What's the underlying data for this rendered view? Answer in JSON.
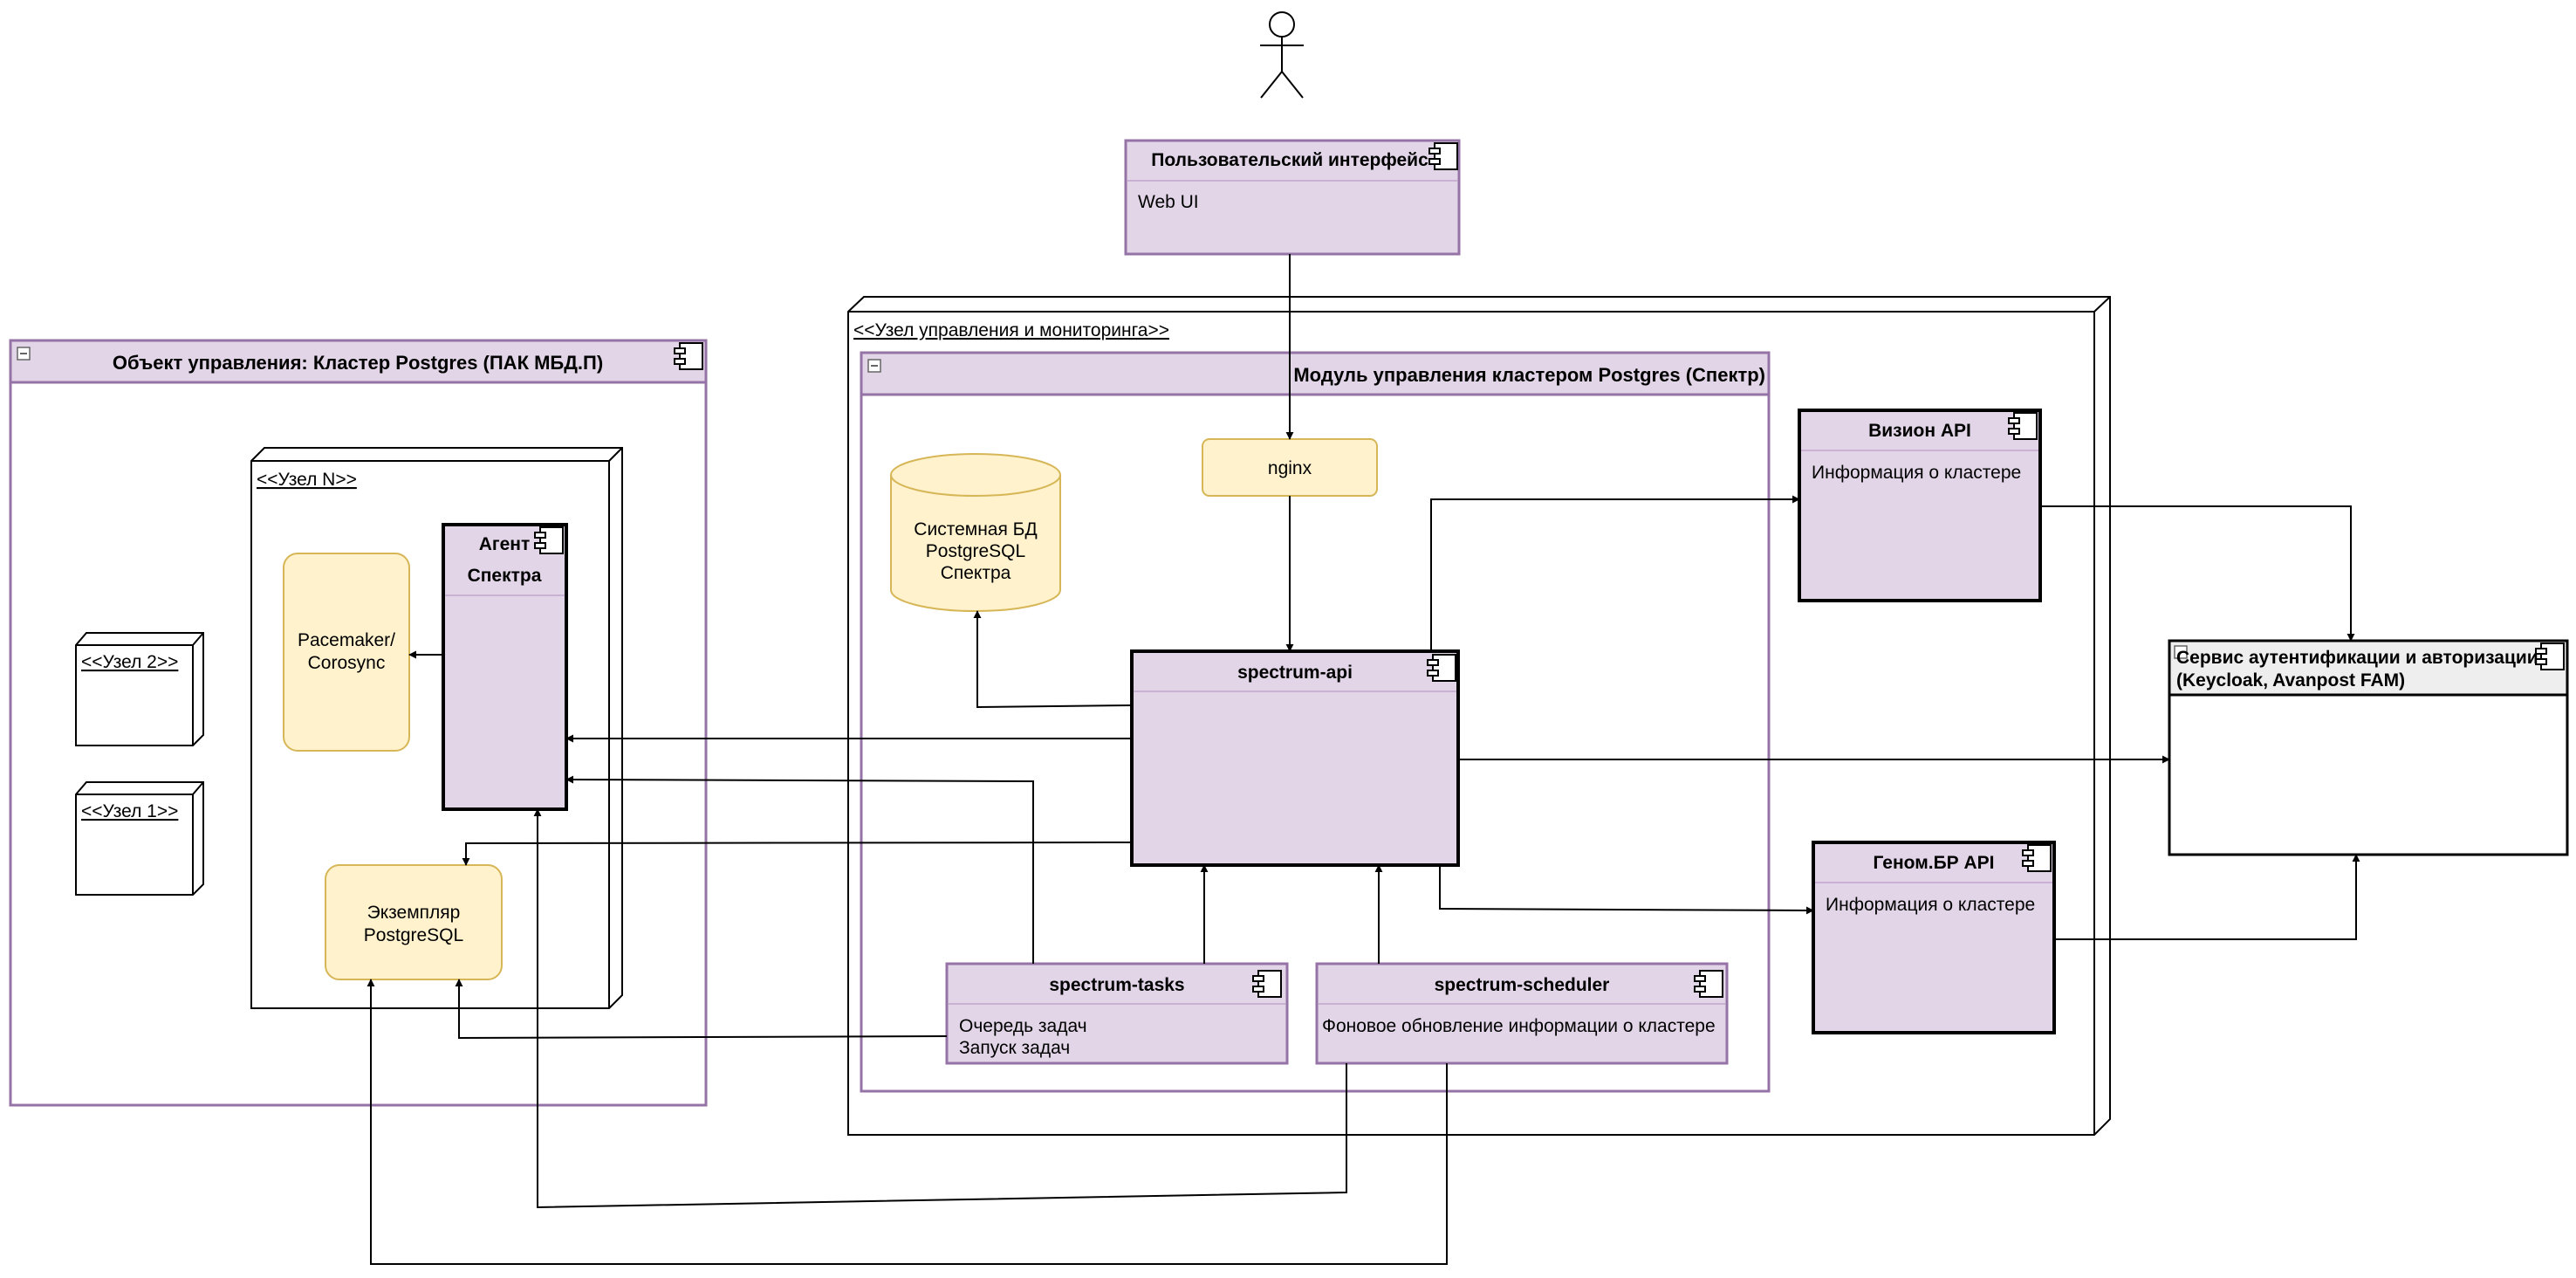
{
  "actor": {
    "name": ""
  },
  "user_interface": {
    "title": "Пользовательский интерфейс",
    "body": "Web UI"
  },
  "control_object": {
    "title": "Объект управления: Кластер Postgres (ПАК МБД.П)"
  },
  "node_n": {
    "label": "<<Узел N>>"
  },
  "node_2": {
    "label": "<<Узел 2>>"
  },
  "node_1": {
    "label": "<<Узел 1>>"
  },
  "agent": {
    "title_line1": "Агент",
    "title_line2": "Спектра"
  },
  "pacemaker": {
    "line1": "Pacemaker/",
    "line2": "Corosync"
  },
  "pg_instance": {
    "line1": "Экземпляр",
    "line2": "PostgreSQL"
  },
  "mgmt_node": {
    "label": "<<Узел управления и мониторинга>>"
  },
  "module": {
    "title": "Модуль управления кластером Postgres (Спектр)"
  },
  "nginx": {
    "label": "nginx"
  },
  "system_db": {
    "line1": "Системная БД",
    "line2": "PostgreSQL",
    "line3": "Спектра"
  },
  "spectrum_api": {
    "title": "spectrum-api"
  },
  "spectrum_tasks": {
    "title": "spectrum-tasks",
    "line1": "Очередь задач",
    "line2": "Запуск задач"
  },
  "spectrum_scheduler": {
    "title": "spectrum-scheduler",
    "body": "Фоновое обновление информации о кластере"
  },
  "vision_api": {
    "title": "Визион API",
    "body": "Информация о кластере"
  },
  "genom_api": {
    "title": "Геном.БР API",
    "body": "Информация о кластере"
  },
  "auth_service": {
    "line1": "Сервис аутентификации и авторизации",
    "line2": "(Keycloak, Avanpost FAM)"
  },
  "colors": {
    "component_fill": "#e1d5e7",
    "component_stroke": "#9673a6",
    "note_fill": "#fff2cc",
    "note_stroke": "#d6b656",
    "edge": "#000000"
  }
}
